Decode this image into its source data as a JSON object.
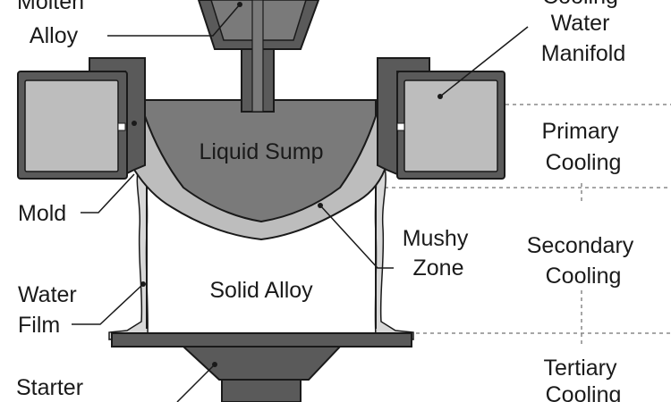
{
  "labels": {
    "molten_alloy": [
      "Molten",
      "Alloy"
    ],
    "cooling_water_manifold": [
      "Cooling",
      "Water",
      "Manifold"
    ],
    "primary_cooling": [
      "Primary",
      "Cooling"
    ],
    "liquid_sump": "Liquid Sump",
    "mold": "Mold",
    "mushy_zone": [
      "Mushy",
      "Zone"
    ],
    "secondary_cooling": [
      "Secondary",
      "Cooling"
    ],
    "solid_alloy": "Solid Alloy",
    "water_film": [
      "Water",
      "Film"
    ],
    "starter": "Starter",
    "tertiary_cooling": [
      "Tertiary",
      "Cooling"
    ]
  },
  "colors": {
    "outline": "#1a1a1a",
    "dark_fill": "#5a5a5a",
    "mid_fill": "#7a7a7a",
    "light_fill": "#bdbdbd",
    "water": "#d8d8d8",
    "background": "#ffffff",
    "zone_divider": "#888888"
  }
}
